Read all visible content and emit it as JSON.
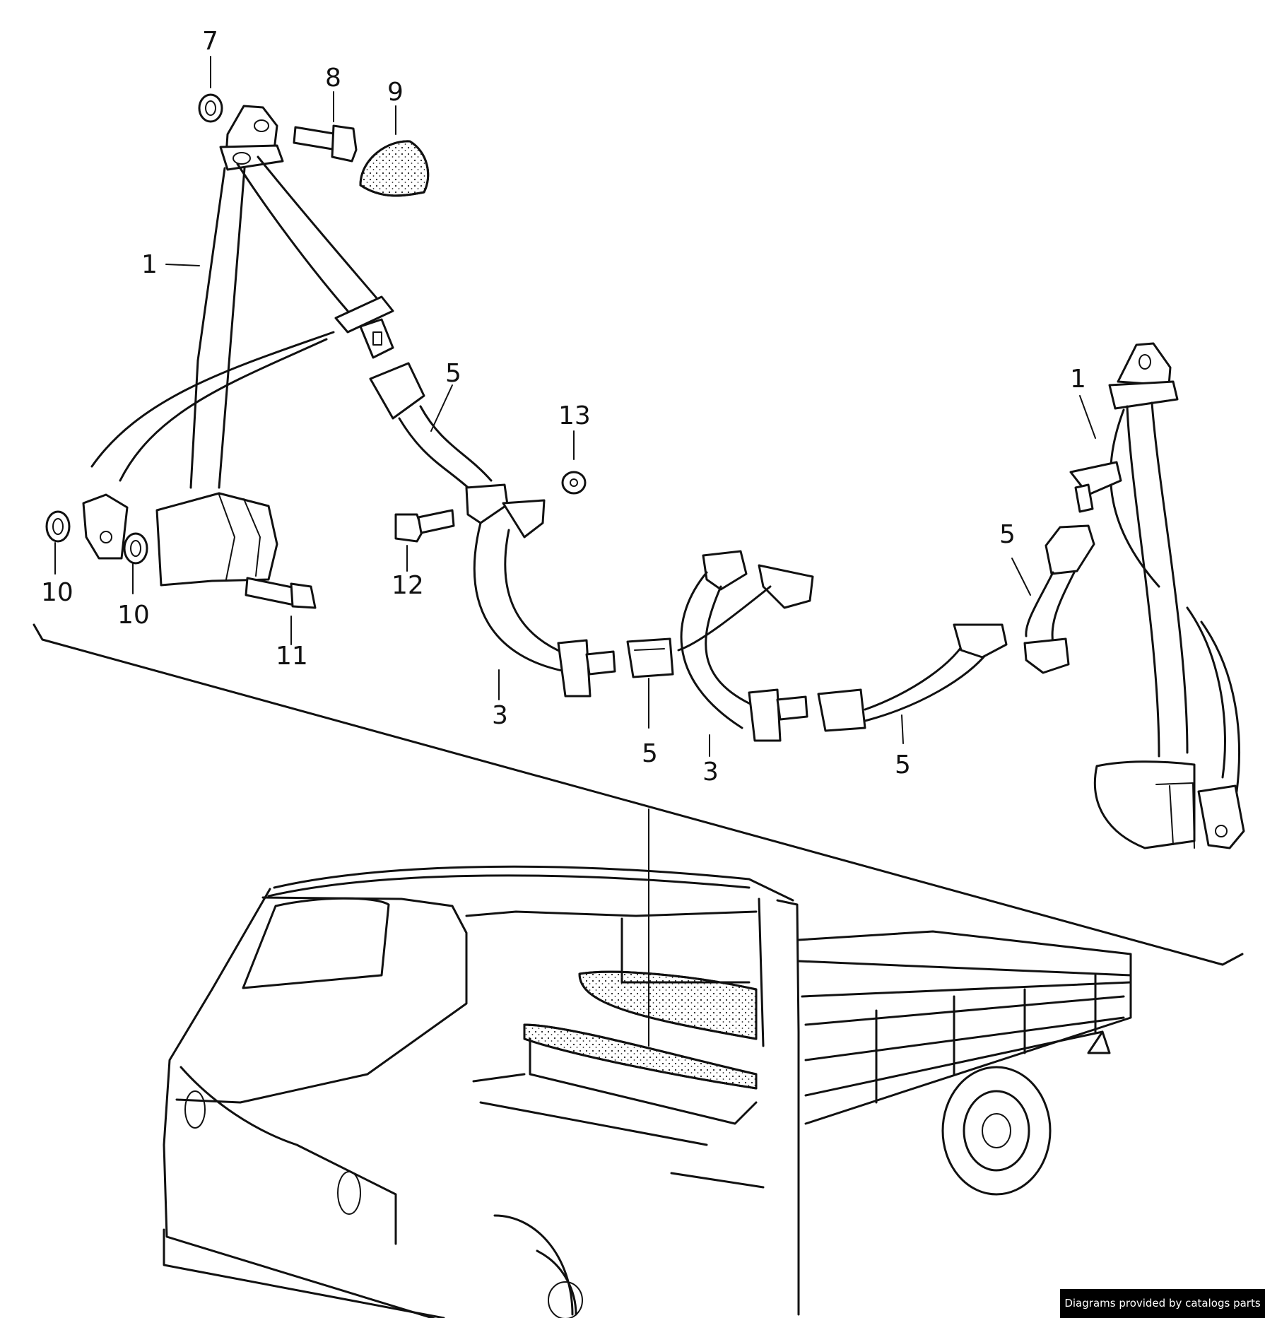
{
  "credit": "Diagrams provided by catalogs parts",
  "callouts": [
    {
      "id": "c1a",
      "text": "1"
    },
    {
      "id": "c7",
      "text": "7"
    },
    {
      "id": "c8",
      "text": "8"
    },
    {
      "id": "c9",
      "text": "9"
    },
    {
      "id": "c5a",
      "text": "5"
    },
    {
      "id": "c13",
      "text": "13"
    },
    {
      "id": "c1b",
      "text": "1"
    },
    {
      "id": "c5b",
      "text": "5"
    },
    {
      "id": "c10a",
      "text": "10"
    },
    {
      "id": "c10b",
      "text": "10"
    },
    {
      "id": "c11",
      "text": "11"
    },
    {
      "id": "c12",
      "text": "12"
    },
    {
      "id": "c3a",
      "text": "3"
    },
    {
      "id": "c5c",
      "text": "5"
    },
    {
      "id": "c3b",
      "text": "3"
    },
    {
      "id": "c5d",
      "text": "5"
    }
  ]
}
